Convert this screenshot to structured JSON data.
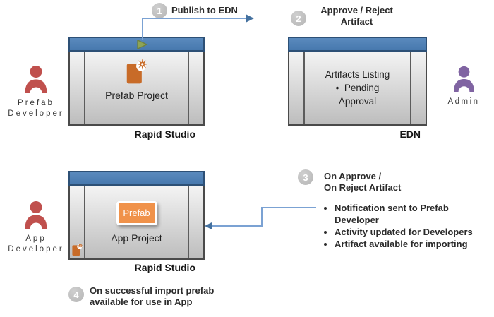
{
  "colors": {
    "titlebar_blue": "#4779AE",
    "titlebar_border": "#2D5076",
    "window_body_gray_top": "#F4F4F4",
    "window_body_gray_bottom": "#BDBDBD",
    "window_border": "#4A4A4A",
    "connector_blue": "#7BA2D3",
    "arrowhead_blue": "#44719F",
    "step_circle_gray": "#BFBFBF",
    "artifact_orange": "#C86B28",
    "prefab_button_orange": "#F0924A",
    "developer_red": "#C0504D",
    "admin_purple": "#8064A2",
    "play_green": "#8EA457"
  },
  "actors": {
    "prefab_developer": {
      "label": "Prefab\nDeveloper",
      "icon": "person-icon",
      "color": "#C0504D"
    },
    "admin": {
      "label": "Admin",
      "icon": "person-icon",
      "color": "#8064A2"
    },
    "app_developer": {
      "label": "App\nDeveloper",
      "icon": "person-icon",
      "color": "#C0504D"
    }
  },
  "windows": {
    "rapid_studio_top": {
      "caption": "Rapid Studio",
      "content": "Prefab Project",
      "titlebar_icon": "play-icon",
      "content_icon": "new-artifact-icon"
    },
    "edn": {
      "caption": "EDN",
      "content": "Artifacts Listing\n•  Pending\nApproval"
    },
    "rapid_studio_bottom": {
      "caption": "Rapid Studio",
      "button_label": "Prefab",
      "content": "App Project",
      "panel_icon": "new-artifact-icon"
    }
  },
  "steps": {
    "step1": {
      "number": "1",
      "text": "Publish to EDN"
    },
    "step2": {
      "number": "2",
      "text": "Approve / Reject\nArtifact"
    },
    "step3": {
      "number": "3",
      "text": "On Approve /\nOn Reject Artifact"
    },
    "step4": {
      "number": "4",
      "text": "On successful import prefab\navailable for use in App"
    }
  },
  "outcomes": {
    "bullets": [
      "Notification sent to Prefab Developer",
      "Activity updated for Developers",
      "Artifact available for importing"
    ]
  }
}
